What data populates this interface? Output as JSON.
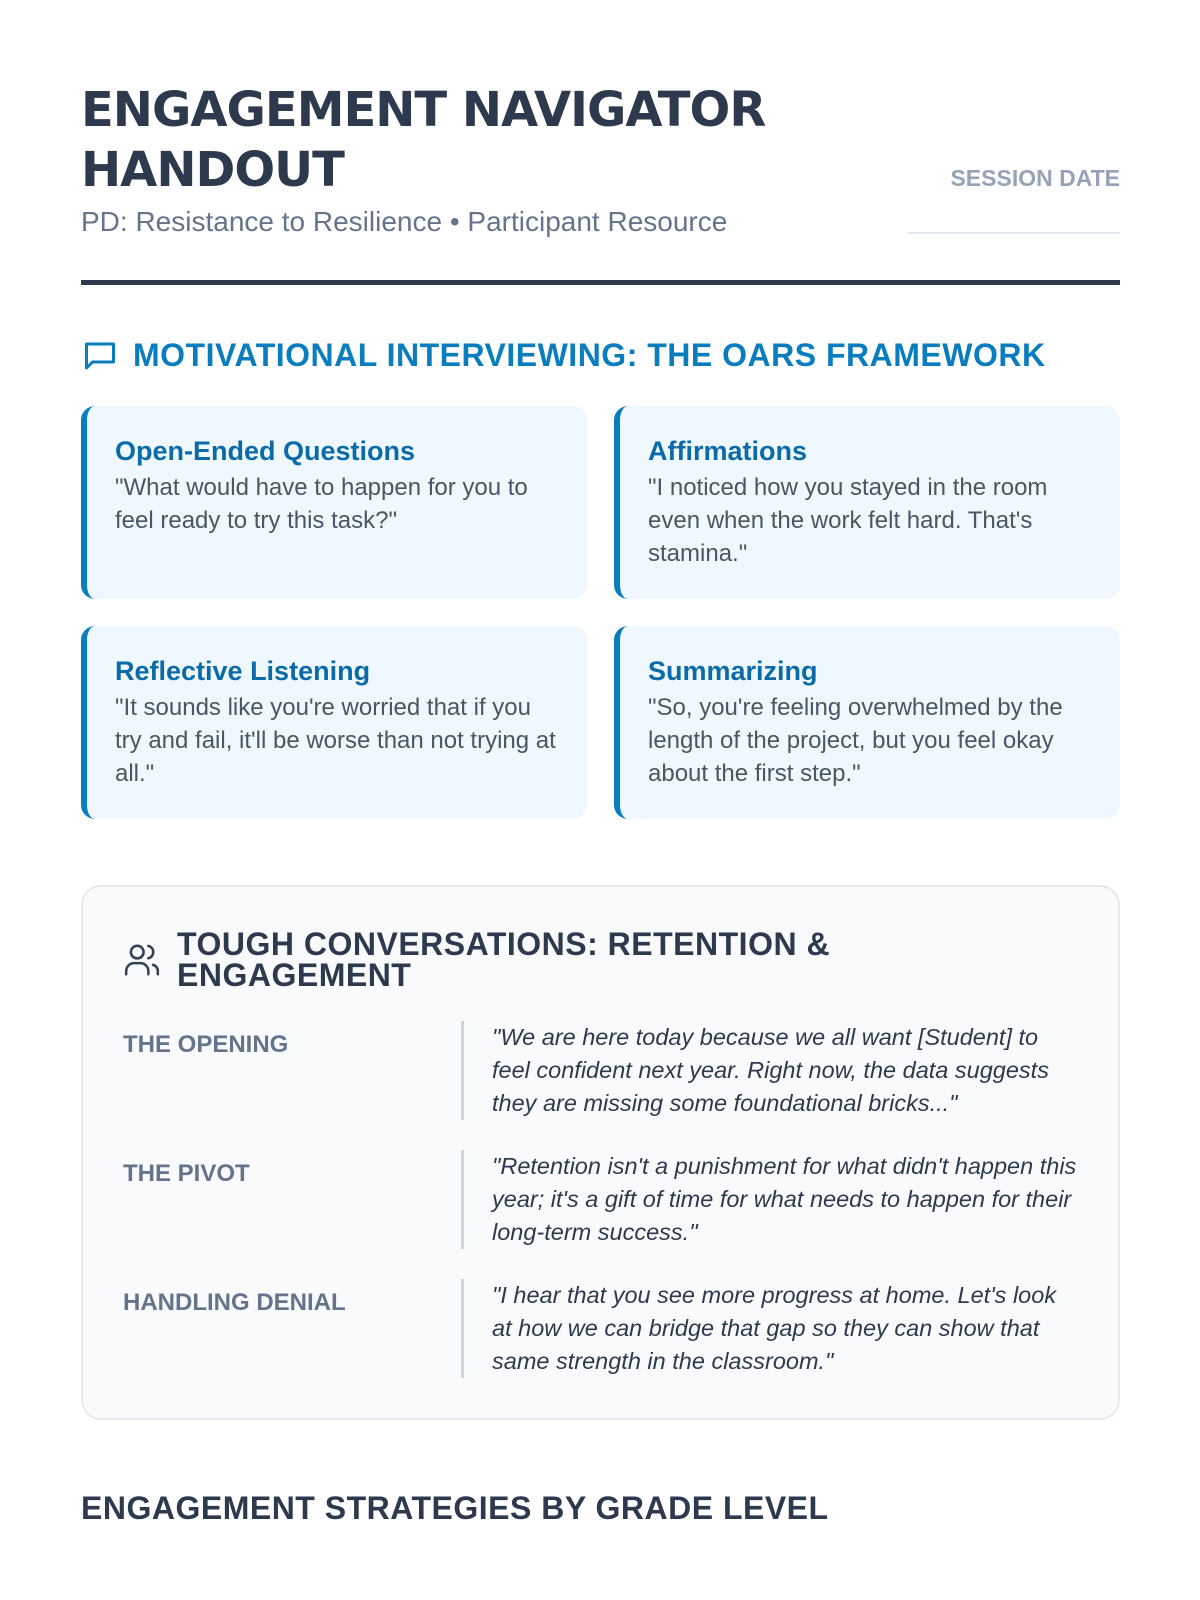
{
  "header": {
    "title": "ENGAGEMENT NAVIGATOR HANDOUT",
    "subtitle": "PD: Resistance to Resilience • Participant Resource",
    "date_label": "SESSION DATE"
  },
  "oars": {
    "title": "MOTIVATIONAL INTERVIEWING: THE OARS FRAMEWORK",
    "icon": "message-square-icon",
    "accent": "#0a7dbf",
    "cards": [
      {
        "title": "Open-Ended Questions",
        "text": "\"What would have to happen for you to feel ready to try this task?\""
      },
      {
        "title": "Affirmations",
        "text": "\"I noticed how you stayed in the room even when the work felt hard. That's stamina.\""
      },
      {
        "title": "Reflective Listening",
        "text": "\"It sounds like you're worried that if you try and fail, it'll be worse than not trying at all.\""
      },
      {
        "title": "Summarizing",
        "text": "\"So, you're feeling overwhelmed by the length of the project, but you feel okay about the first step.\""
      }
    ]
  },
  "tough": {
    "title": "TOUGH CONVERSATIONS: RETENTION & ENGAGEMENT",
    "icon": "users-icon",
    "rows": [
      {
        "label": "THE OPENING",
        "quote": "\"We are here today because we all want [Student] to feel confident next year. Right now, the data suggests they are missing some foundational bricks...\""
      },
      {
        "label": "THE PIVOT",
        "quote": "\"Retention isn't a punishment for what didn't happen this year; it's a gift of time for what needs to happen for their long-term success.\""
      },
      {
        "label": "HANDLING DENIAL",
        "quote": "\"I hear that you see more progress at home. Let's look at how we can bridge that gap so they can show that same strength in the classroom.\""
      }
    ]
  },
  "strategies": {
    "title": "ENGAGEMENT STRATEGIES BY GRADE LEVEL"
  }
}
